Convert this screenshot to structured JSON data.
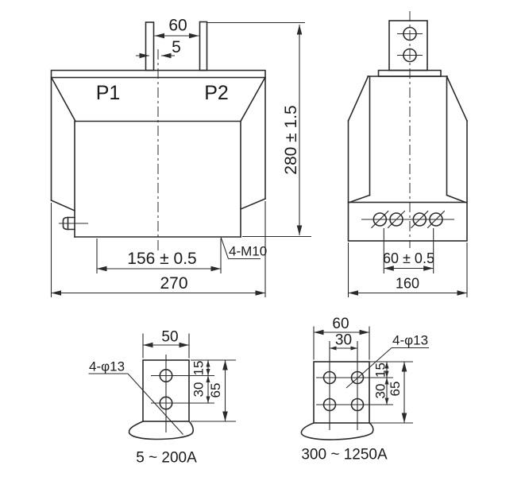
{
  "colors": {
    "line": "#2b2b2b",
    "text": "#1a1a1a",
    "background": "#ffffff"
  },
  "front_view": {
    "primary_terminal_1": "P1",
    "primary_terminal_2": "P2",
    "dim_terminal_spacing": "60",
    "dim_terminal_thickness": "5",
    "dim_overall_height": "280 ± 1.5",
    "dim_mounting_hole_span": "156 ± 0.5",
    "dim_overall_width": "270",
    "mounting_thread_label": "4-M10"
  },
  "side_view": {
    "dim_mounting_hole_span": "60 ± 0.5",
    "dim_overall_depth": "160"
  },
  "terminal_detail_small": {
    "dim_width": "50",
    "dim_hole_top_offset": "15",
    "dim_hole_pitch": "30",
    "dim_height": "65",
    "hole_label": "4-φ13",
    "caption": "5 ~ 200A"
  },
  "terminal_detail_large": {
    "dim_width": "60",
    "dim_column_pitch": "30",
    "dim_hole_top_offset": "15",
    "dim_row_pitch": "30",
    "dim_height": "65",
    "hole_label": "4-φ13",
    "caption": "300 ~ 1250A"
  }
}
